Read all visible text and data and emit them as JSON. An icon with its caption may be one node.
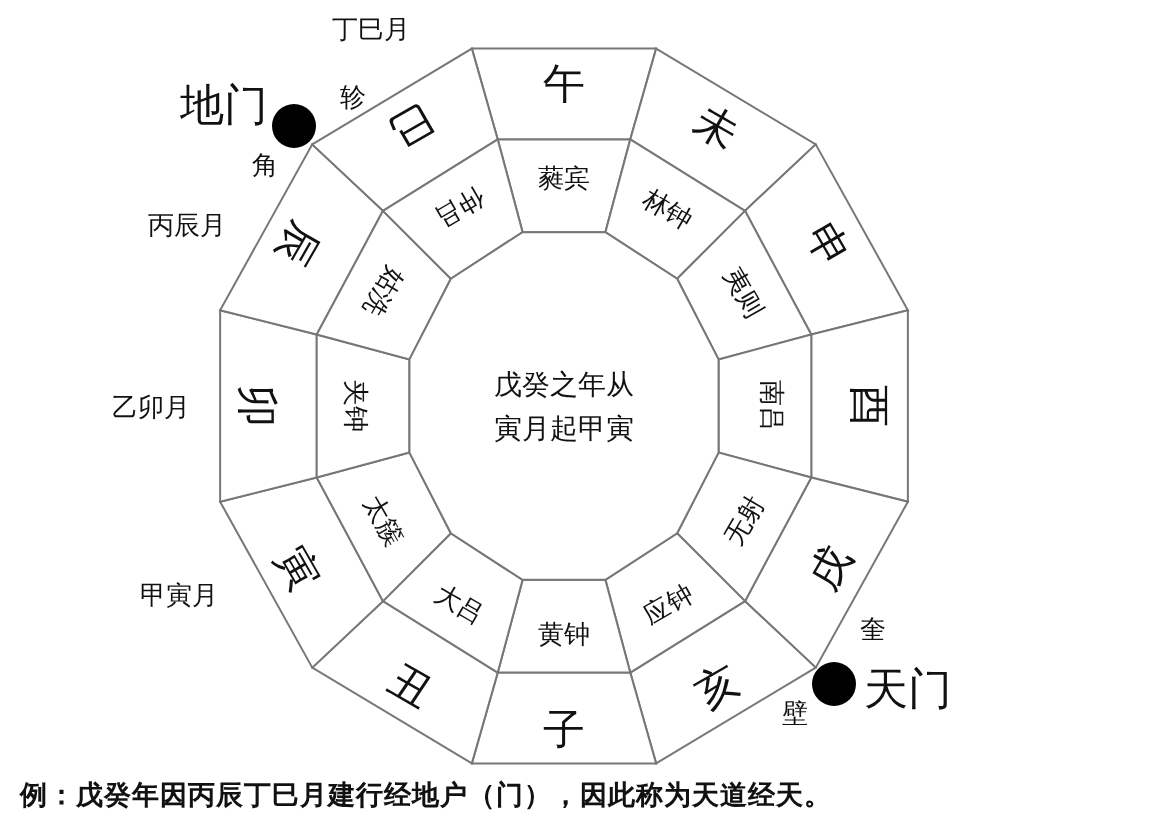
{
  "diagram": {
    "caption": "例：戊癸年因丙辰丁巳月建行经地户（门），因此称为天道经天。",
    "nodes": [
      {
        "text": [
          "午"
        ]
      },
      {
        "text": [
          "未"
        ]
      },
      {
        "text": [
          "申"
        ]
      },
      {
        "text": [
          "酉"
        ]
      },
      {
        "text": [
          "戌"
        ]
      },
      {
        "text": [
          "亥"
        ]
      },
      {
        "text": [
          "子"
        ]
      },
      {
        "text": [
          "丑"
        ]
      },
      {
        "text": [
          "寅"
        ]
      },
      {
        "text": [
          "卯"
        ]
      },
      {
        "text": [
          "辰"
        ]
      },
      {
        "text": [
          "巳"
        ]
      },
      {
        "text": [
          "蕤宾"
        ]
      },
      {
        "text": [
          "林钟"
        ]
      },
      {
        "text": [
          "夷则"
        ]
      },
      {
        "text": [
          "南吕"
        ]
      },
      {
        "text": [
          "无射"
        ]
      },
      {
        "text": [
          "应钟"
        ]
      },
      {
        "text": [
          "黄钟"
        ]
      },
      {
        "text": [
          "大吕"
        ]
      },
      {
        "text": [
          "太簇"
        ]
      },
      {
        "text": [
          "夹钟"
        ]
      },
      {
        "text": [
          "姑洗"
        ]
      },
      {
        "text": [
          "仲吕"
        ]
      },
      {
        "text": [
          "戊癸之年从寅月起甲寅"
        ]
      },
      {
        "text": [],
        "shape": "circle",
        "beside": [
          "地门"
        ]
      },
      {
        "text": [],
        "shape": "circle",
        "beside": [
          "天门"
        ]
      }
    ],
    "edges": [],
    "labels": [
      "丁巳月",
      "轸",
      "角",
      "丙辰月",
      "乙卯月",
      "甲寅月",
      "奎",
      "壁"
    ]
  }
}
